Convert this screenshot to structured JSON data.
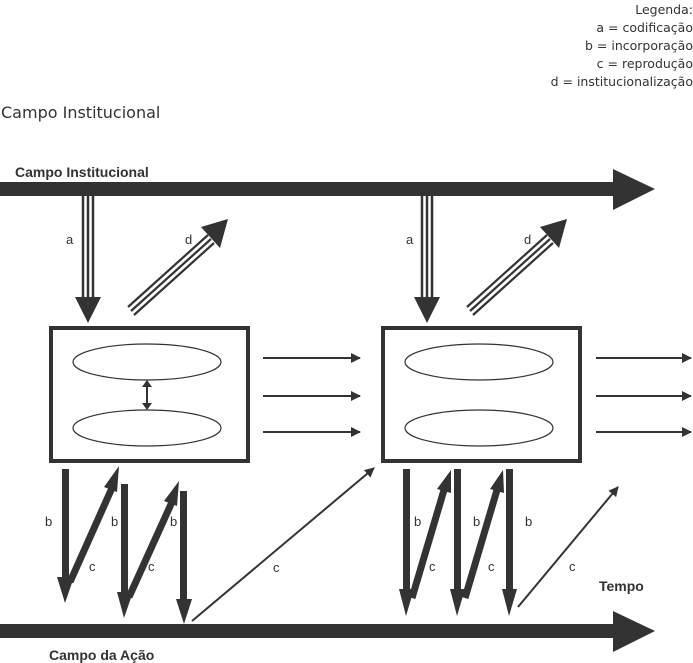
{
  "legend": {
    "title": "Legenda:",
    "items": [
      "a = codificação",
      "b = incorporação",
      "c = reprodução",
      "d = institucionalização"
    ]
  },
  "page_title": "Campo Institucional",
  "diagram": {
    "top_axis_label": "Campo Institucional",
    "bottom_axis_label": "Campo da Ação",
    "time_label": "Tempo",
    "arrow_labels": {
      "a": "a",
      "b": "b",
      "c": "c",
      "d": "d"
    },
    "colors": {
      "stroke": "#333333",
      "background": "#ffffff"
    }
  }
}
